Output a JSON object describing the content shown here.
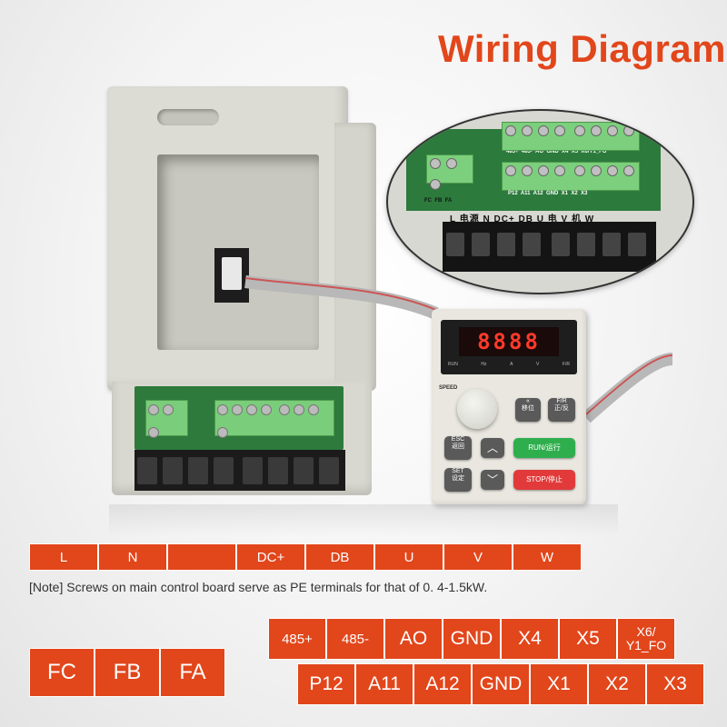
{
  "title": "Wiring Diagram",
  "keypad": {
    "display": "8888",
    "led_labels": [
      "RUN",
      "Hz",
      "A",
      "V",
      "F/R"
    ],
    "speed_label": "SPEED",
    "buttons": {
      "shift": "«\n移位",
      "fr": "F/R\n正/反",
      "esc": "ESC\n返回",
      "run": "RUN/运行",
      "set": "SET\n设定",
      "stop": "STOP/停止",
      "up": "︿",
      "down": "﹀"
    }
  },
  "inset": {
    "top_terminals": [
      "485+",
      "485-",
      "AO",
      "GND",
      "X4",
      "X5",
      "X6/Y1_FO"
    ],
    "bottom_terminals": [
      "P12",
      "A11",
      "A12",
      "GND",
      "X1",
      "X2",
      "X3"
    ],
    "relay_terminals": [
      "FC",
      "FB",
      "FA"
    ],
    "power_label": "L  电源  N     DC+  DB   U  电  V  机  W"
  },
  "power_strip": [
    "L",
    "N",
    "",
    "DC+",
    "DB",
    "U",
    "V",
    "W"
  ],
  "note": "[Note] Screws on main control board serve as PE terminals for that of 0. 4-1.5kW.",
  "control_row1": [
    "485+",
    "485-",
    "AO",
    "GND",
    "X4",
    "X5",
    "X6/\nY1_FO"
  ],
  "control_row2": [
    "P12",
    "A11",
    "A12",
    "GND",
    "X1",
    "X2",
    "X3"
  ],
  "relay": [
    "FC",
    "FB",
    "FA"
  ],
  "colors": {
    "accent": "#e2461b",
    "pcb": "#2e7a3c",
    "terminal": "#7acd7a"
  }
}
